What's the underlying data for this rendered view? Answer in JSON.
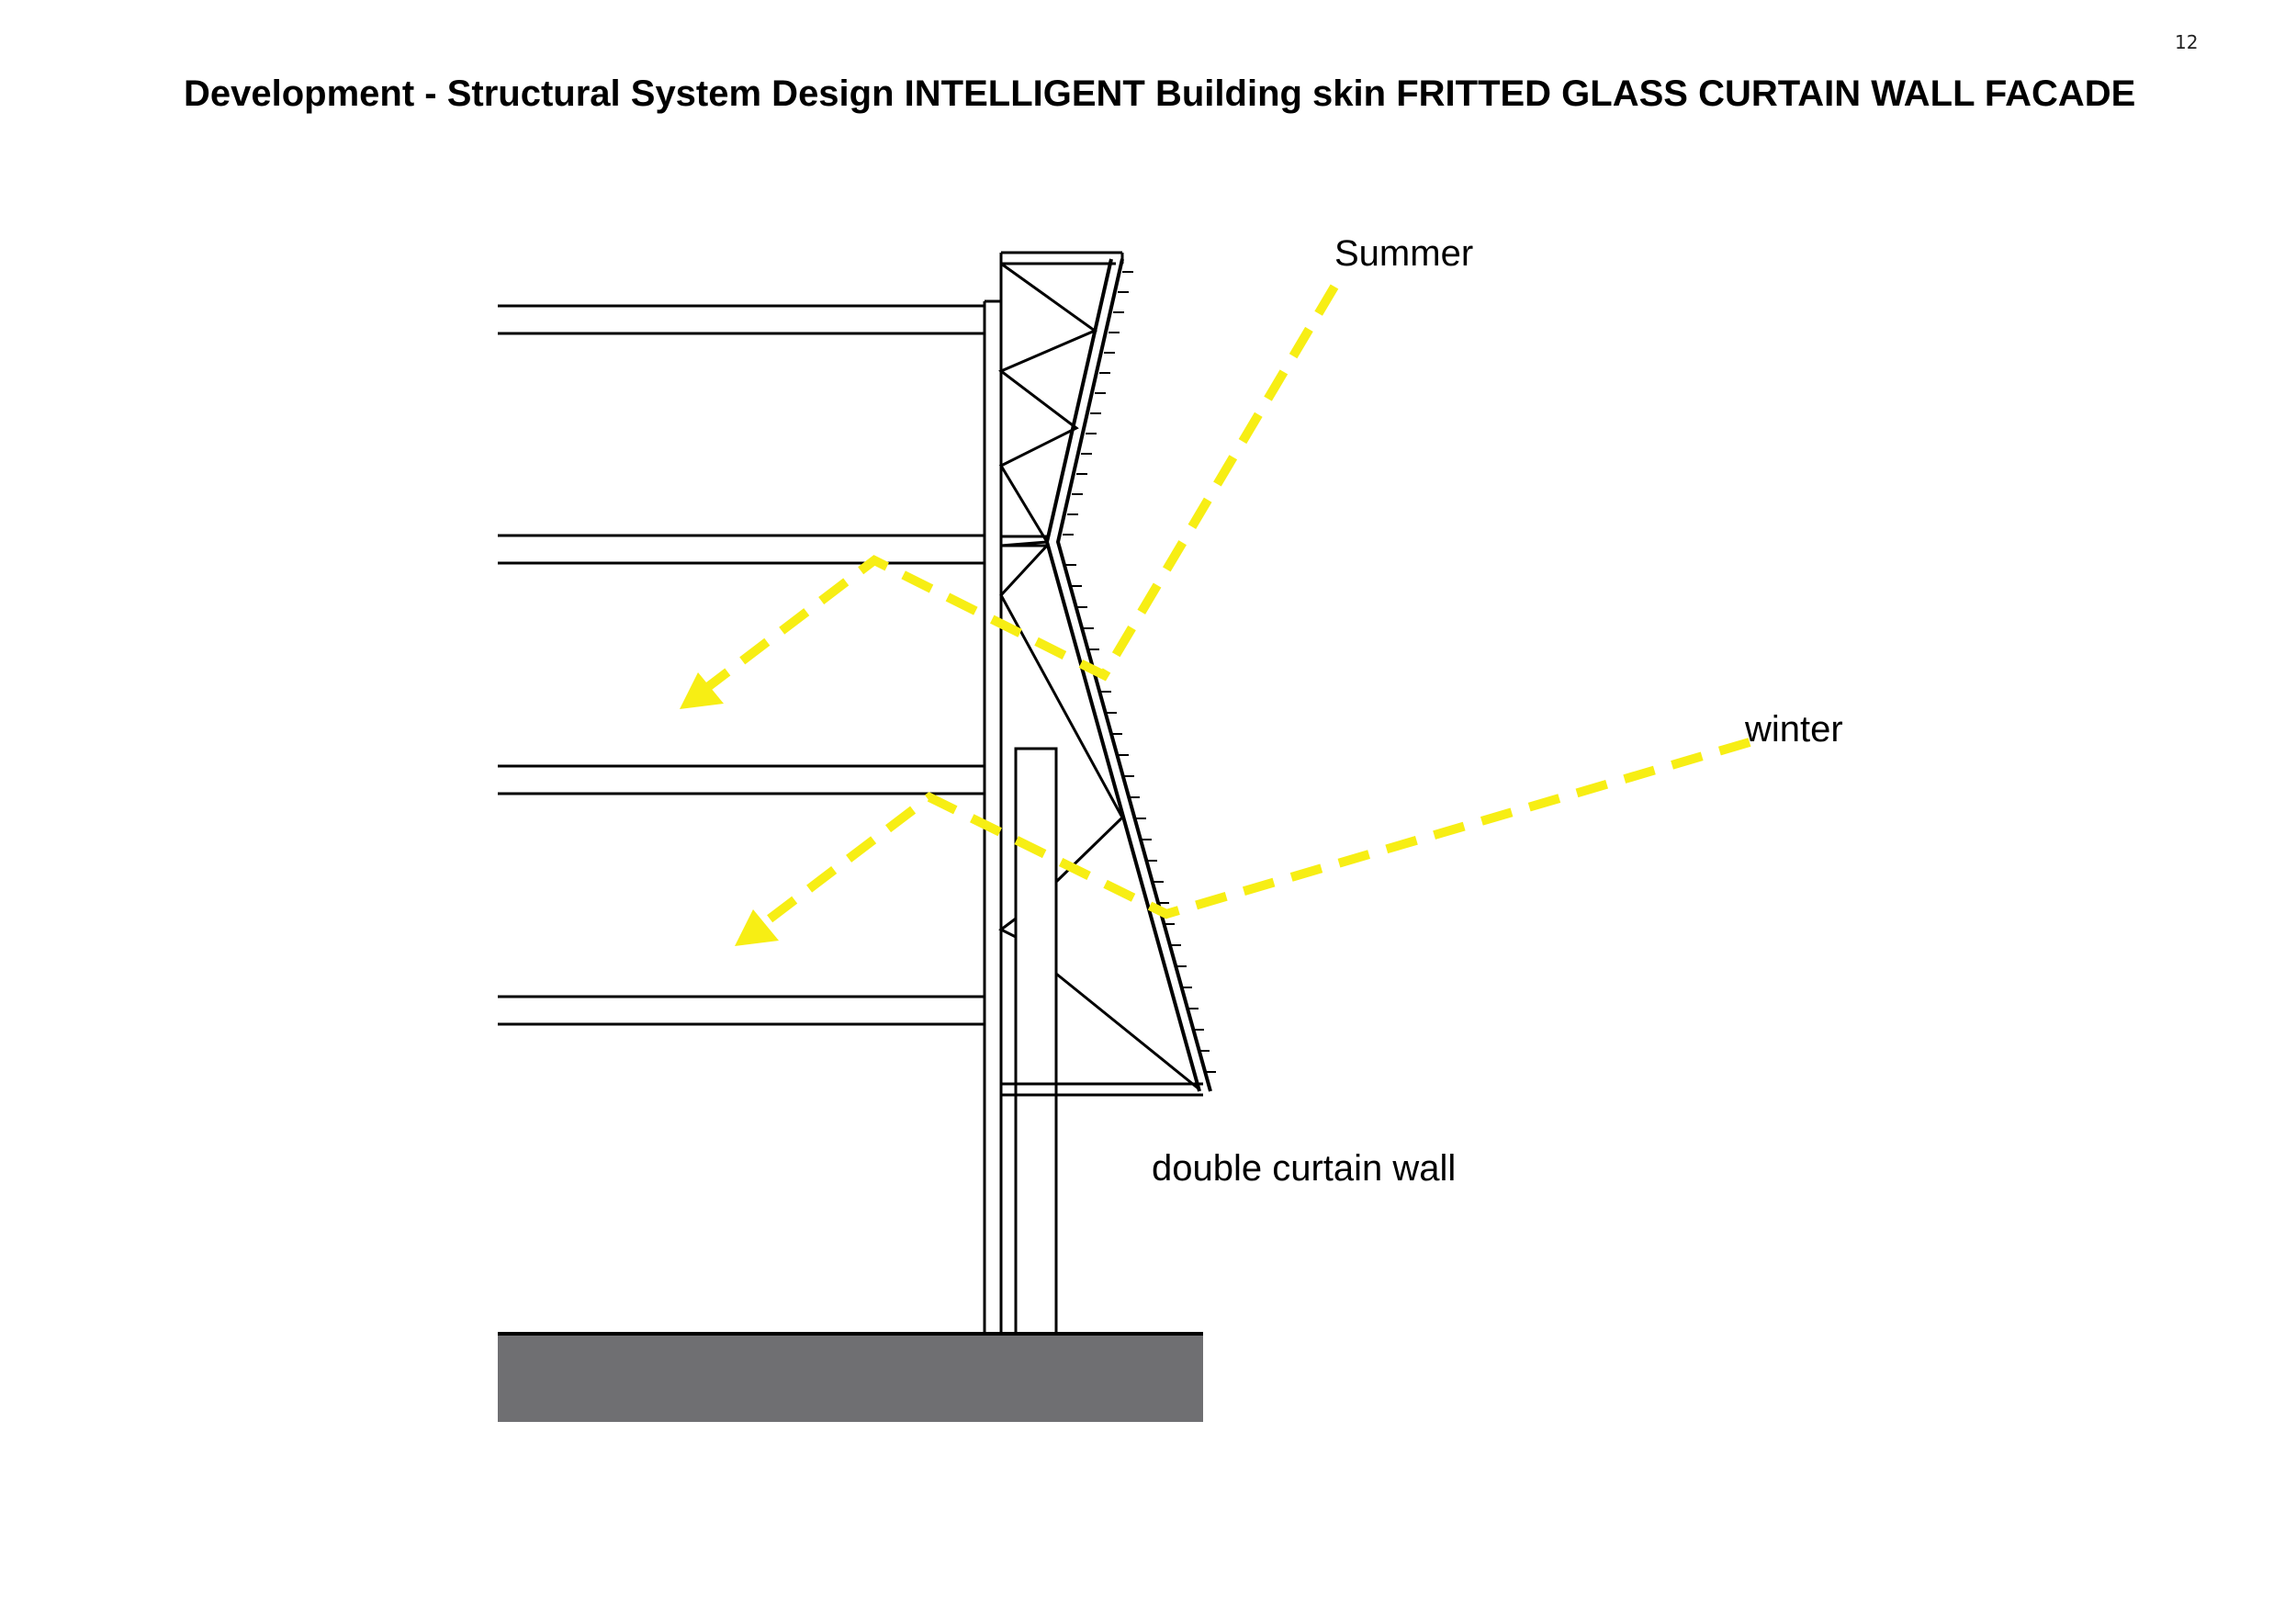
{
  "page": {
    "number": "12",
    "title": "Development - Structural System Design INTELLIGENT Building skin FRITTED GLASS CURTAIN WALL FACADE"
  },
  "diagram": {
    "labels": {
      "summer": "Summer",
      "winter": "winter",
      "double_curtain_wall": "double curtain wall"
    },
    "colors": {
      "sun_ray": "#f7ee14",
      "ground": "#6f6f72",
      "line": "#000000"
    }
  }
}
